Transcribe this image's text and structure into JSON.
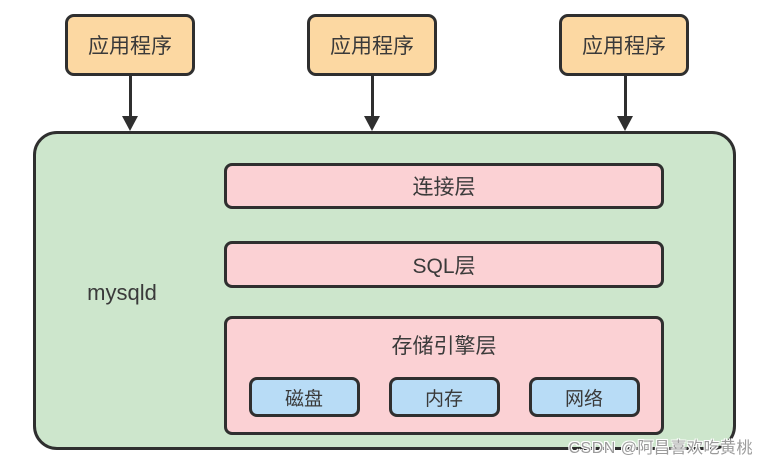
{
  "diagram": {
    "app_boxes": [
      {
        "label": "应用程序"
      },
      {
        "label": "应用程序"
      },
      {
        "label": "应用程序"
      }
    ],
    "container_label": "mysqld",
    "layers": [
      {
        "label": "连接层"
      },
      {
        "label": "SQL层"
      },
      {
        "label": "存储引擎层",
        "children": [
          {
            "label": "磁盘"
          },
          {
            "label": "内存"
          },
          {
            "label": "网络"
          }
        ]
      }
    ],
    "watermark": "CSDN @阿昌喜欢吃黄桃",
    "colors": {
      "app_box_fill": "#fcd8a2",
      "container_fill": "#cde6cc",
      "layer_fill": "#fbd1d4",
      "sub_box_fill": "#b8dcf6",
      "border": "#2f2f2f",
      "text": "#3a3a3a",
      "watermark_text": "#9b9b9b"
    }
  }
}
